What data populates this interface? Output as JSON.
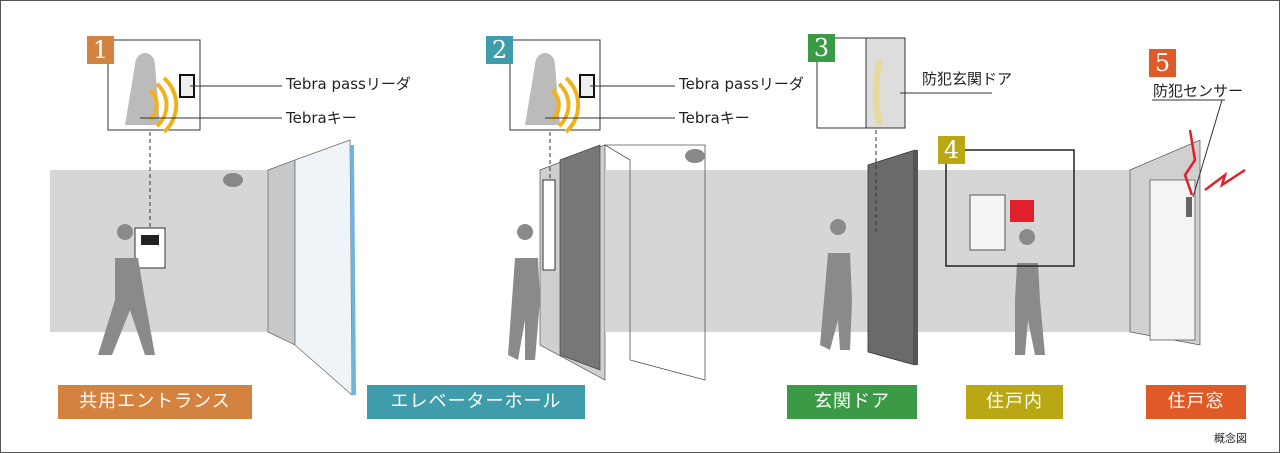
{
  "features": [
    {
      "number": "1",
      "color": "#d4823f",
      "callouts": [
        "Tebra passリーダ",
        "Tebraキー"
      ]
    },
    {
      "number": "2",
      "color": "#3f9cab",
      "callouts": [
        "Tebra passリーダ",
        "Tebraキー"
      ]
    },
    {
      "number": "3",
      "color": "#3a9a45",
      "callouts": [
        "防犯玄関ドア"
      ]
    },
    {
      "number": "4",
      "color": "#b9a814",
      "callouts": []
    },
    {
      "number": "5",
      "color": "#e05a28",
      "callouts": [
        "防犯センサー"
      ]
    }
  ],
  "zones": [
    {
      "label": "共用エントランス",
      "color": "#d4823f"
    },
    {
      "label": "エレベーターホール",
      "color": "#3f9cab"
    },
    {
      "label": "玄関ドア",
      "color": "#3a9a45"
    },
    {
      "label": "住戸内",
      "color": "#b9a814"
    },
    {
      "label": "住戸窓",
      "color": "#e05a28"
    }
  ],
  "note": "概念図"
}
